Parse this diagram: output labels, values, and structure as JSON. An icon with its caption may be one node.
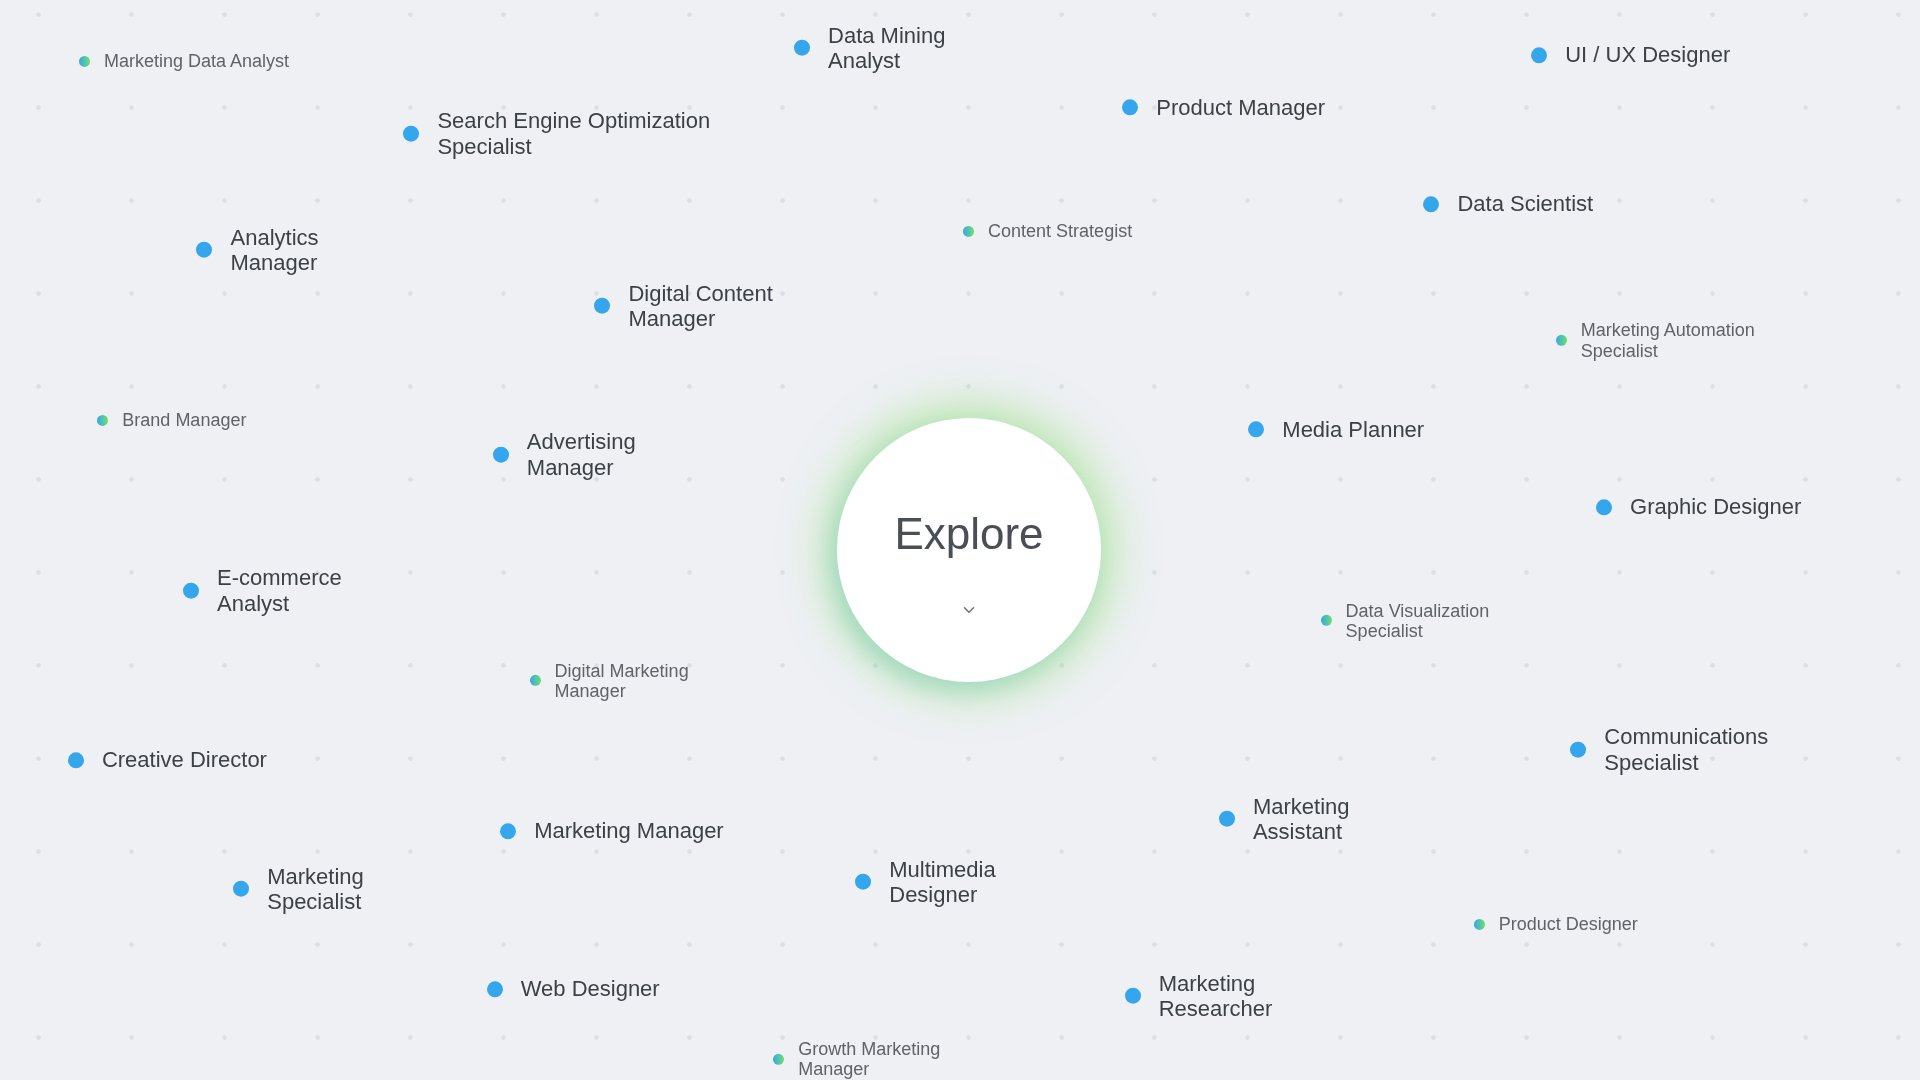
{
  "diagram": {
    "nodes": [
      {
        "text": [
          "Explore"
        ]
      }
    ],
    "labels": [
      "Marketing Data Analyst",
      "Data Mining Analyst",
      "UI / UX Designer",
      "Product Manager",
      "Search Engine Optimization Specialist",
      "Data Scientist",
      "Content Strategist",
      "Analytics Manager",
      "Digital Content Manager",
      "Marketing Automation Specialist",
      "Brand Manager",
      "Media Planner",
      "Advertising Manager",
      "Graphic Designer",
      "E-commerce Analyst",
      "Data Visualization Specialist",
      "Digital Marketing Manager",
      "Communications Specialist",
      "Creative Director",
      "Marketing Assistant",
      "Marketing Manager",
      "Multimedia Designer",
      "Marketing Specialist",
      "Product Designer",
      "Web Designer",
      "Marketing Researcher",
      "Growth Marketing Manager"
    ]
  }
}
